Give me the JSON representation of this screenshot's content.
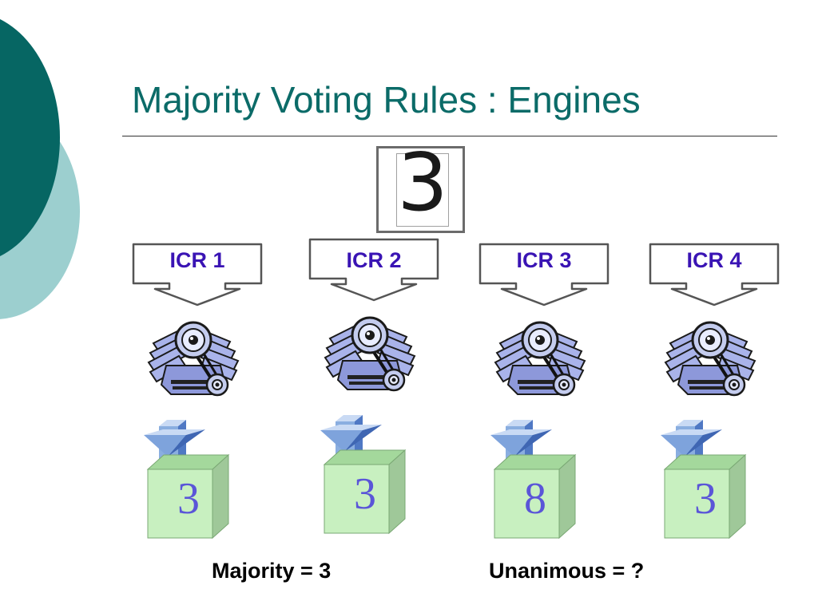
{
  "title": "Majority Voting Rules : Engines",
  "sample_digit": "3",
  "engines": [
    {
      "label": "ICR 1",
      "result": "3"
    },
    {
      "label": "ICR 2",
      "result": "3"
    },
    {
      "label": "ICR 3",
      "result": "8"
    },
    {
      "label": "ICR 4",
      "result": "3"
    }
  ],
  "summary": {
    "majority": "Majority = 3",
    "unanimous": "Unanimous = ?"
  },
  "colors": {
    "title": "#0b6b68",
    "theme_dark": "#066663",
    "theme_light": "#9ccfcf",
    "icr_label": "#3a14b4",
    "result_digit": "#5a55d8",
    "box_front": "#c8f0c0",
    "arrow_blue": "#8aaee0"
  }
}
